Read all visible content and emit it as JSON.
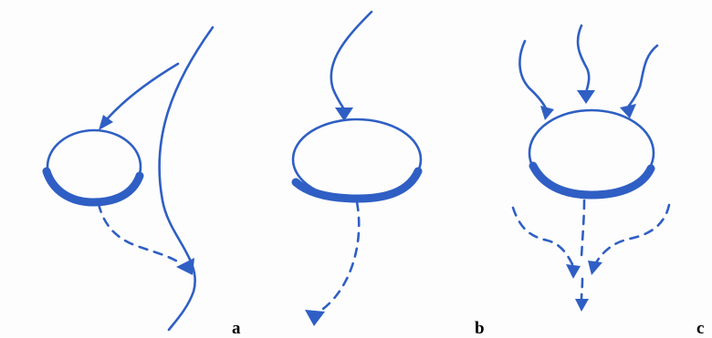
{
  "colors": {
    "ink": "#2f5fc4",
    "label": "#000000",
    "paper": "#fdfdfd"
  },
  "panels": [
    {
      "label": "a"
    },
    {
      "label": "b"
    },
    {
      "label": "c"
    }
  ]
}
